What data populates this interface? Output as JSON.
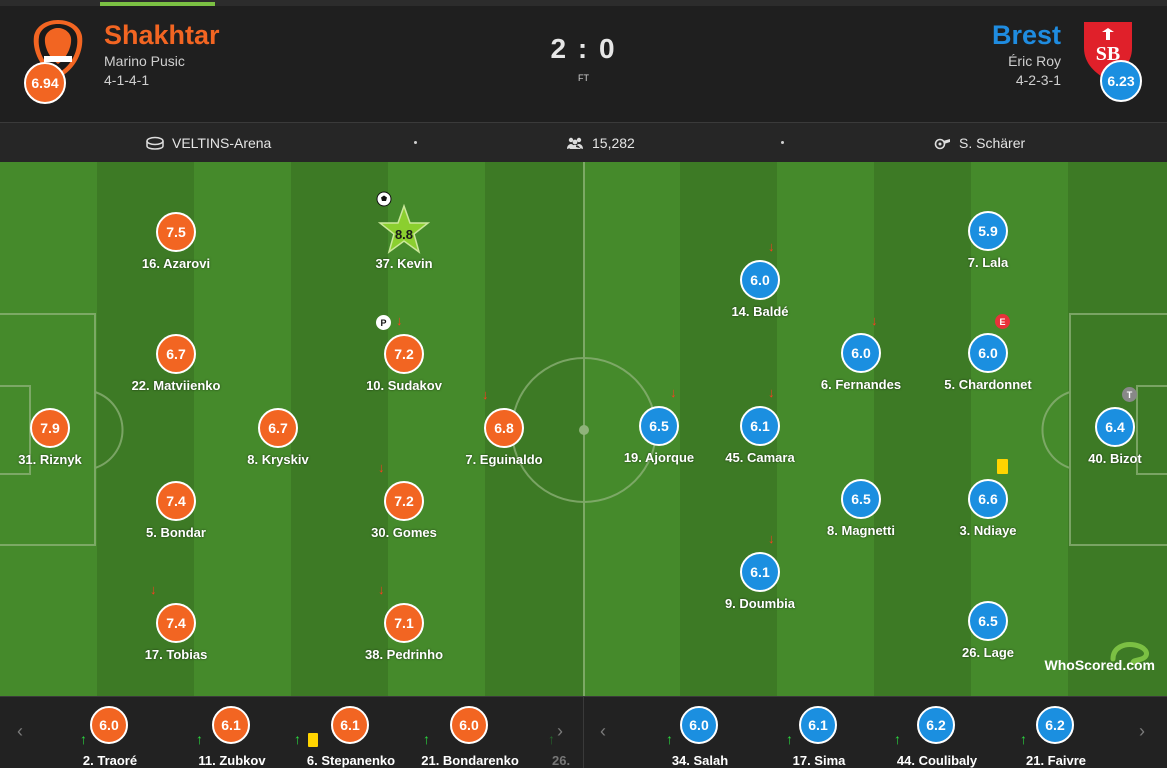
{
  "home": {
    "name": "Shakhtar",
    "manager": "Marino Pusic",
    "formation": "4-1-4-1",
    "rating": "6.94",
    "color": "#f26522"
  },
  "away": {
    "name": "Brest",
    "manager": "Éric Roy",
    "formation": "4-2-3-1",
    "rating": "6.23",
    "color": "#1b8fe0"
  },
  "match": {
    "score": "2 : 0",
    "status": "FT"
  },
  "info": {
    "venue": "VELTINS-Arena",
    "attendance": "15,282",
    "referee": "S. Schärer"
  },
  "home_players": [
    {
      "name": "31. Riznyk",
      "rating": "7.9"
    },
    {
      "name": "17. Tobias",
      "rating": "7.4"
    },
    {
      "name": "5. Bondar",
      "rating": "7.4"
    },
    {
      "name": "22. Matviienko",
      "rating": "6.7"
    },
    {
      "name": "16. Azarovi",
      "rating": "7.5"
    },
    {
      "name": "8. Kryskiv",
      "rating": "6.7"
    },
    {
      "name": "38. Pedrinho",
      "rating": "7.1"
    },
    {
      "name": "30. Gomes",
      "rating": "7.2"
    },
    {
      "name": "10. Sudakov",
      "rating": "7.2"
    },
    {
      "name": "37. Kevin",
      "rating": "8.8"
    },
    {
      "name": "7. Eguinaldo",
      "rating": "6.8"
    }
  ],
  "away_players": [
    {
      "name": "40. Bizot",
      "rating": "6.4"
    },
    {
      "name": "26. Lage",
      "rating": "6.5"
    },
    {
      "name": "3. Ndiaye",
      "rating": "6.6"
    },
    {
      "name": "5. Chardonnet",
      "rating": "6.0"
    },
    {
      "name": "7. Lala",
      "rating": "5.9"
    },
    {
      "name": "8. Magnetti",
      "rating": "6.5"
    },
    {
      "name": "6. Fernandes",
      "rating": "6.0"
    },
    {
      "name": "9. Doumbia",
      "rating": "6.1"
    },
    {
      "name": "45. Camara",
      "rating": "6.1"
    },
    {
      "name": "14. Baldé",
      "rating": "6.0"
    },
    {
      "name": "19. Ajorque",
      "rating": "6.5"
    }
  ],
  "badges": {
    "penalty": "P",
    "error": "E",
    "team_of_week": "T"
  },
  "home_subs": [
    {
      "name": "2. Traoré",
      "rating": "6.0"
    },
    {
      "name": "11. Zubkov",
      "rating": "6.1"
    },
    {
      "name": "6. Stepanenko",
      "rating": "6.1"
    },
    {
      "name": "21. Bondarenko",
      "rating": "6.0"
    },
    {
      "name": "26.",
      "rating": ""
    }
  ],
  "away_subs": [
    {
      "name": "34. Salah",
      "rating": "6.0"
    },
    {
      "name": "17. Sima",
      "rating": "6.1"
    },
    {
      "name": "44. Coulibaly",
      "rating": "6.2"
    },
    {
      "name": "21. Faivre",
      "rating": "6.2"
    }
  ],
  "watermark": {
    "text": "WhoScored",
    "suffix": ".com"
  },
  "nav": {
    "prev": "‹",
    "next": "›"
  }
}
